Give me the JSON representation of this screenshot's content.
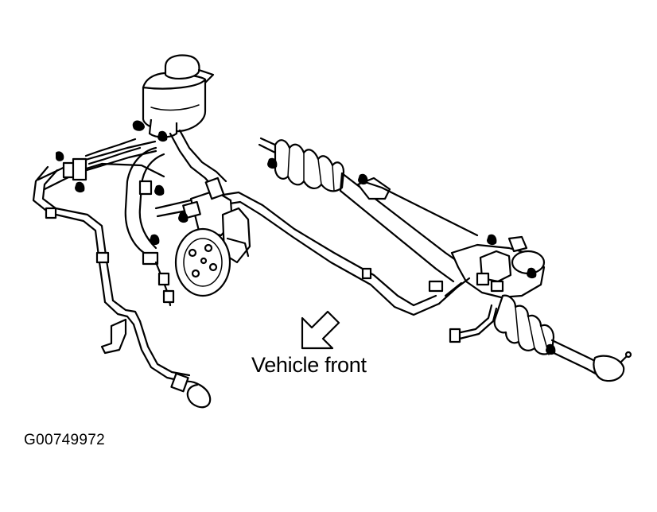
{
  "diagram": {
    "labels": {
      "vehicle_front": "Vehicle front",
      "figure_id": "G00749972"
    },
    "components": [
      {
        "id": "reservoir",
        "icon": "reservoir-tank-icon"
      },
      {
        "id": "pump",
        "icon": "power-steering-pump-icon"
      },
      {
        "id": "steering-rack",
        "icon": "steering-rack-icon"
      },
      {
        "id": "tie-rod",
        "icon": "tie-rod-end-icon"
      },
      {
        "id": "pressure-lines",
        "icon": "hydraulic-line-icon"
      },
      {
        "id": "direction-arrow",
        "icon": "arrow-down-left-icon"
      }
    ],
    "colors": {
      "ink": "#000000",
      "background": "#ffffff"
    }
  }
}
